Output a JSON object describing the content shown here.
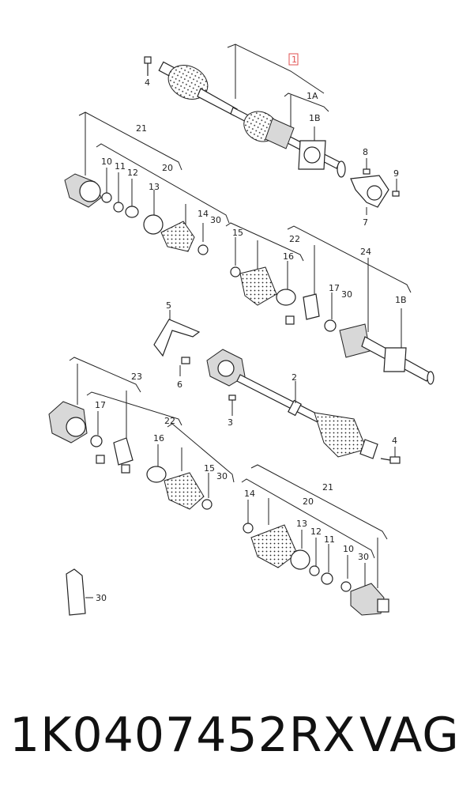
{
  "callouts": {
    "c1": "1",
    "c1A": "1A",
    "c1B_top": "1B",
    "c4_top": "4",
    "c21_top": "21",
    "c10_top": "10",
    "c11_top": "11",
    "c12_top": "12",
    "c20_top": "20",
    "c13_top": "13",
    "c14_top": "14",
    "c30_a": "30",
    "c8": "8",
    "c9": "9",
    "c7": "7",
    "c15_top": "15",
    "c22_top": "22",
    "c16_top": "16",
    "c17_top": "17",
    "c30_b": "30",
    "c24": "24",
    "c1B_mid": "1B",
    "c5": "5",
    "c6": "6",
    "c23": "23",
    "c2": "2",
    "c3": "3",
    "c17_bot": "17",
    "c22_bot": "22",
    "c16_bot": "16",
    "c15_bot": "15",
    "c30_c": "30",
    "c4_bot": "4",
    "c21_bot": "21",
    "c14_bot": "14",
    "c20_bot": "20",
    "c13_bot": "13",
    "c12_bot": "12",
    "c11_bot": "11",
    "c10_bot": "10",
    "c30_d": "30",
    "c30_tube": "30"
  },
  "caption": {
    "part_number": "1K0407452RX",
    "brand": "VAG"
  },
  "colors": {
    "line": "#222222",
    "highlight": "#e05050",
    "shade": "#d8d8d8"
  }
}
